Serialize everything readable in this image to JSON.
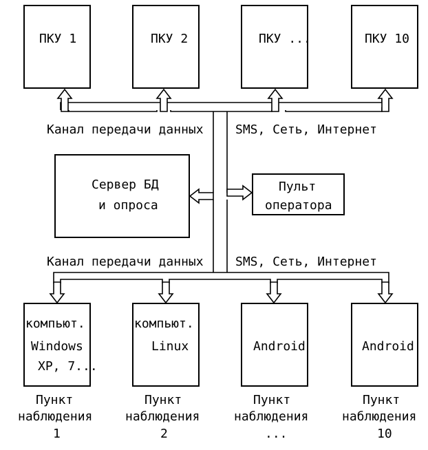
{
  "pku": [
    "ПКУ 1",
    "ПКУ 2",
    "ПКУ ...",
    "ПКУ 10"
  ],
  "labels": {
    "channel_top": "Канал передачи данных",
    "net_top": "SMS, Сеть, Интернет",
    "channel_bottom": "Канал передачи данных",
    "net_bottom": "SMS, Сеть, Интернет"
  },
  "server": {
    "line1": "Сервер БД",
    "line2": "и опроса"
  },
  "console": {
    "line1": "Пульт",
    "line2": "оператора"
  },
  "devices": [
    {
      "lines": [
        "компьют.",
        "Windows",
        "XP, 7..."
      ]
    },
    {
      "lines": [
        "компьют.",
        "Linux"
      ]
    },
    {
      "lines": [
        "Android"
      ]
    },
    {
      "lines": [
        "Android"
      ]
    }
  ],
  "points": [
    {
      "lines": [
        "Пункт",
        "наблюдения",
        "1"
      ]
    },
    {
      "lines": [
        "Пункт",
        "наблюдения",
        "2"
      ]
    },
    {
      "lines": [
        "Пункт",
        "наблюдения",
        "..."
      ]
    },
    {
      "lines": [
        "Пункт",
        "наблюдения",
        "10"
      ]
    }
  ]
}
